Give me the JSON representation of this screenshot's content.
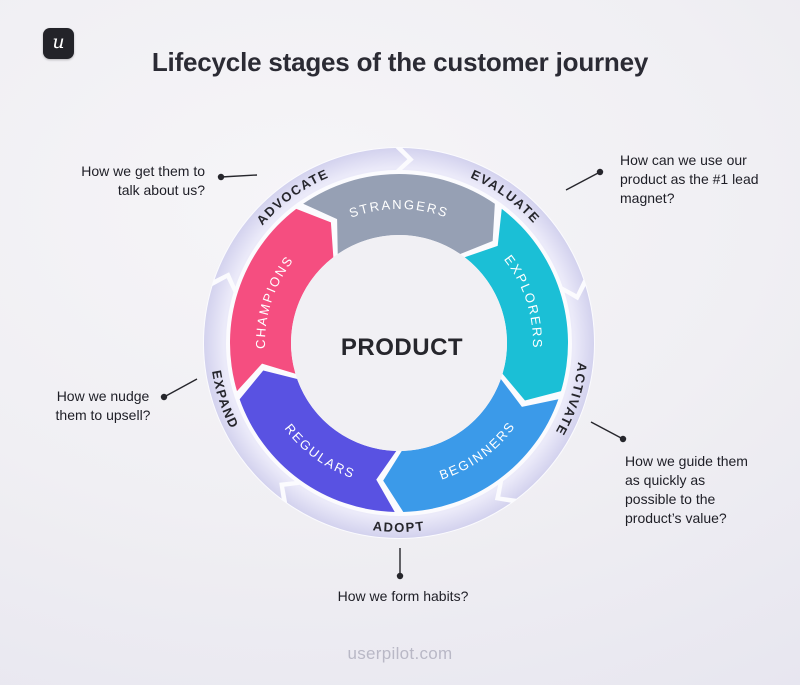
{
  "logo": {
    "letter": "u"
  },
  "title": "Lifecycle stages of the customer journey",
  "footer": "userpilot.com",
  "wheel": {
    "center_label": "PRODUCT",
    "ring_color": "#d3d2ee",
    "ring_inner_color": "#ebeaf9",
    "inner_circle_color": "#f1f0f4",
    "stage_text_color": "#ffffff",
    "phase_text_color": "#26262c",
    "stages": [
      {
        "label": "STRANGERS",
        "color": "#96a0b4"
      },
      {
        "label": "EXPLORERS",
        "color": "#1bbfd6"
      },
      {
        "label": "BEGINNERS",
        "color": "#3b9ae9"
      },
      {
        "label": "REGULARS",
        "color": "#5952e2"
      },
      {
        "label": "CHAMPIONS",
        "color": "#f54e80"
      }
    ],
    "phases": [
      {
        "label": "EVALUATE"
      },
      {
        "label": "ACTIVATE"
      },
      {
        "label": "ADOPT"
      },
      {
        "label": "EXPAND"
      },
      {
        "label": "ADVOCATE"
      }
    ]
  },
  "annotations": [
    {
      "id": "advocate",
      "text": "How we get them to\ntalk about us?"
    },
    {
      "id": "evaluate",
      "text": "How can we use our\nproduct as the #1 lead\nmagnet?"
    },
    {
      "id": "activate",
      "text": "How we guide them\nas quickly as\npossible to the\nproduct’s value?"
    },
    {
      "id": "adopt",
      "text": "How we form habits?"
    },
    {
      "id": "expand",
      "text": "How we nudge\nthem to upsell?"
    }
  ],
  "connector_color": "#26262c"
}
